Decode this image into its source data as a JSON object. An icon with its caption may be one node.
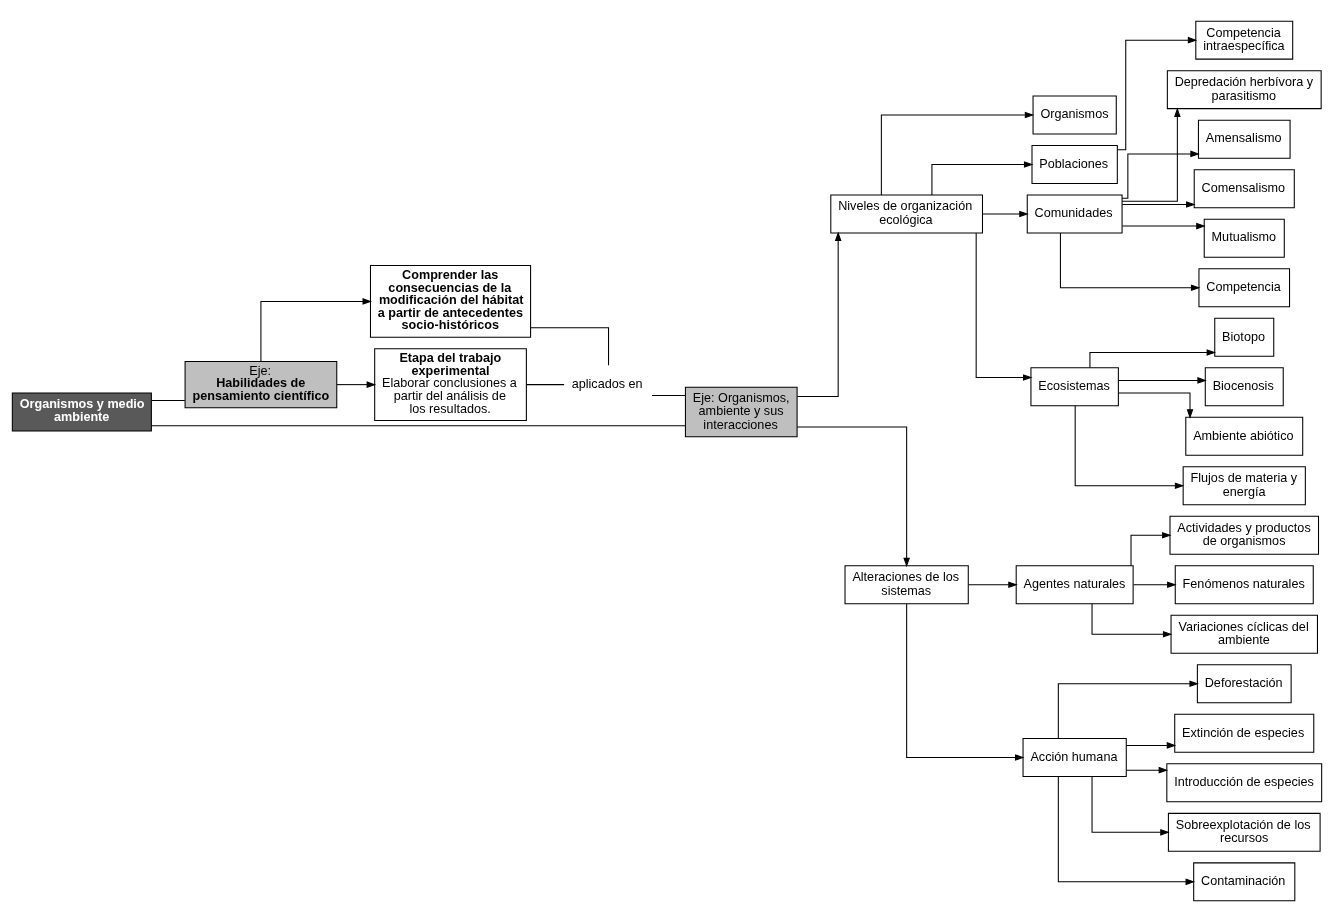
{
  "diagram": {
    "nodes": [
      {
        "text": [
          "Organismos y medio ambiente"
        ]
      },
      {
        "text": [
          "Eje:",
          "Habilidades de pensamiento científico"
        ]
      },
      {
        "text": [
          "Comprender las consecuencias de la modificación del hábitat a partir de antecedentes socio-históricos"
        ]
      },
      {
        "text": [
          "Etapa del trabajo experimental",
          "Elaborar conclusiones a partir del análisis de los resultados."
        ]
      },
      {
        "text": [
          "aplicados en"
        ]
      },
      {
        "text": [
          "Eje: Organismos, ambiente y sus interacciones"
        ]
      },
      {
        "text": [
          "Niveles de organización ecológica"
        ]
      },
      {
        "text": [
          "Alteraciones de los sistemas"
        ]
      },
      {
        "text": [
          "Organismos"
        ]
      },
      {
        "text": [
          "Poblaciones"
        ]
      },
      {
        "text": [
          "Competencia intraespecífica"
        ]
      },
      {
        "text": [
          "Comunidades"
        ]
      },
      {
        "text": [
          "Depredación herbívora y parasitismo"
        ]
      },
      {
        "text": [
          "Amensalismo"
        ]
      },
      {
        "text": [
          "Comensalismo"
        ]
      },
      {
        "text": [
          "Mutualismo"
        ]
      },
      {
        "text": [
          "Competencia"
        ]
      },
      {
        "text": [
          "Ecosistemas"
        ]
      },
      {
        "text": [
          "Biotopo"
        ]
      },
      {
        "text": [
          "Biocenosis"
        ]
      },
      {
        "text": [
          "Ambiente abiótico"
        ]
      },
      {
        "text": [
          "Flujos de materia y energía"
        ]
      },
      {
        "text": [
          "Agentes naturales"
        ]
      },
      {
        "text": [
          "Acción humana"
        ]
      },
      {
        "text": [
          "Actividades y productos de organismos"
        ]
      },
      {
        "text": [
          "Fenómenos naturales"
        ]
      },
      {
        "text": [
          "Variaciones cíclicas del ambiente"
        ]
      },
      {
        "text": [
          "Deforestación"
        ]
      },
      {
        "text": [
          "Extinción de especies"
        ]
      },
      {
        "text": [
          "Introducción de especies"
        ]
      },
      {
        "text": [
          "Sobreexplotación de los recursos"
        ]
      },
      {
        "text": [
          "Contaminación"
        ]
      }
    ],
    "edges": [
      {
        "from": 0,
        "to": 1,
        "arrow": "none"
      },
      {
        "from": 0,
        "to": 5,
        "arrow": "none"
      },
      {
        "from": 1,
        "to": 2,
        "arrow": "to"
      },
      {
        "from": 1,
        "to": 3,
        "arrow": "to"
      },
      {
        "from": 2,
        "to": 4,
        "arrow": "none"
      },
      {
        "from": 3,
        "to": 4,
        "arrow": "none"
      },
      {
        "from": 4,
        "to": 5,
        "arrow": "none"
      },
      {
        "from": 5,
        "to": 6,
        "arrow": "to"
      },
      {
        "from": 5,
        "to": 7,
        "arrow": "to"
      },
      {
        "from": 6,
        "to": 8,
        "arrow": "to"
      },
      {
        "from": 6,
        "to": 9,
        "arrow": "to"
      },
      {
        "from": 6,
        "to": 11,
        "arrow": "to"
      },
      {
        "from": 6,
        "to": 17,
        "arrow": "to"
      },
      {
        "from": 9,
        "to": 10,
        "arrow": "to"
      },
      {
        "from": 11,
        "to": 12,
        "arrow": "to"
      },
      {
        "from": 11,
        "to": 13,
        "arrow": "to"
      },
      {
        "from": 11,
        "to": 14,
        "arrow": "to"
      },
      {
        "from": 11,
        "to": 15,
        "arrow": "to"
      },
      {
        "from": 11,
        "to": 16,
        "arrow": "to"
      },
      {
        "from": 17,
        "to": 18,
        "arrow": "to"
      },
      {
        "from": 17,
        "to": 19,
        "arrow": "to"
      },
      {
        "from": 17,
        "to": 20,
        "arrow": "to"
      },
      {
        "from": 17,
        "to": 21,
        "arrow": "to"
      },
      {
        "from": 7,
        "to": 22,
        "arrow": "to"
      },
      {
        "from": 7,
        "to": 23,
        "arrow": "to"
      },
      {
        "from": 22,
        "to": 24,
        "arrow": "to"
      },
      {
        "from": 22,
        "to": 25,
        "arrow": "to"
      },
      {
        "from": 22,
        "to": 26,
        "arrow": "to"
      },
      {
        "from": 23,
        "to": 27,
        "arrow": "to"
      },
      {
        "from": 23,
        "to": 28,
        "arrow": "to"
      },
      {
        "from": 23,
        "to": 29,
        "arrow": "to"
      },
      {
        "from": 23,
        "to": 30,
        "arrow": "to"
      },
      {
        "from": 23,
        "to": 31,
        "arrow": "to"
      }
    ]
  }
}
